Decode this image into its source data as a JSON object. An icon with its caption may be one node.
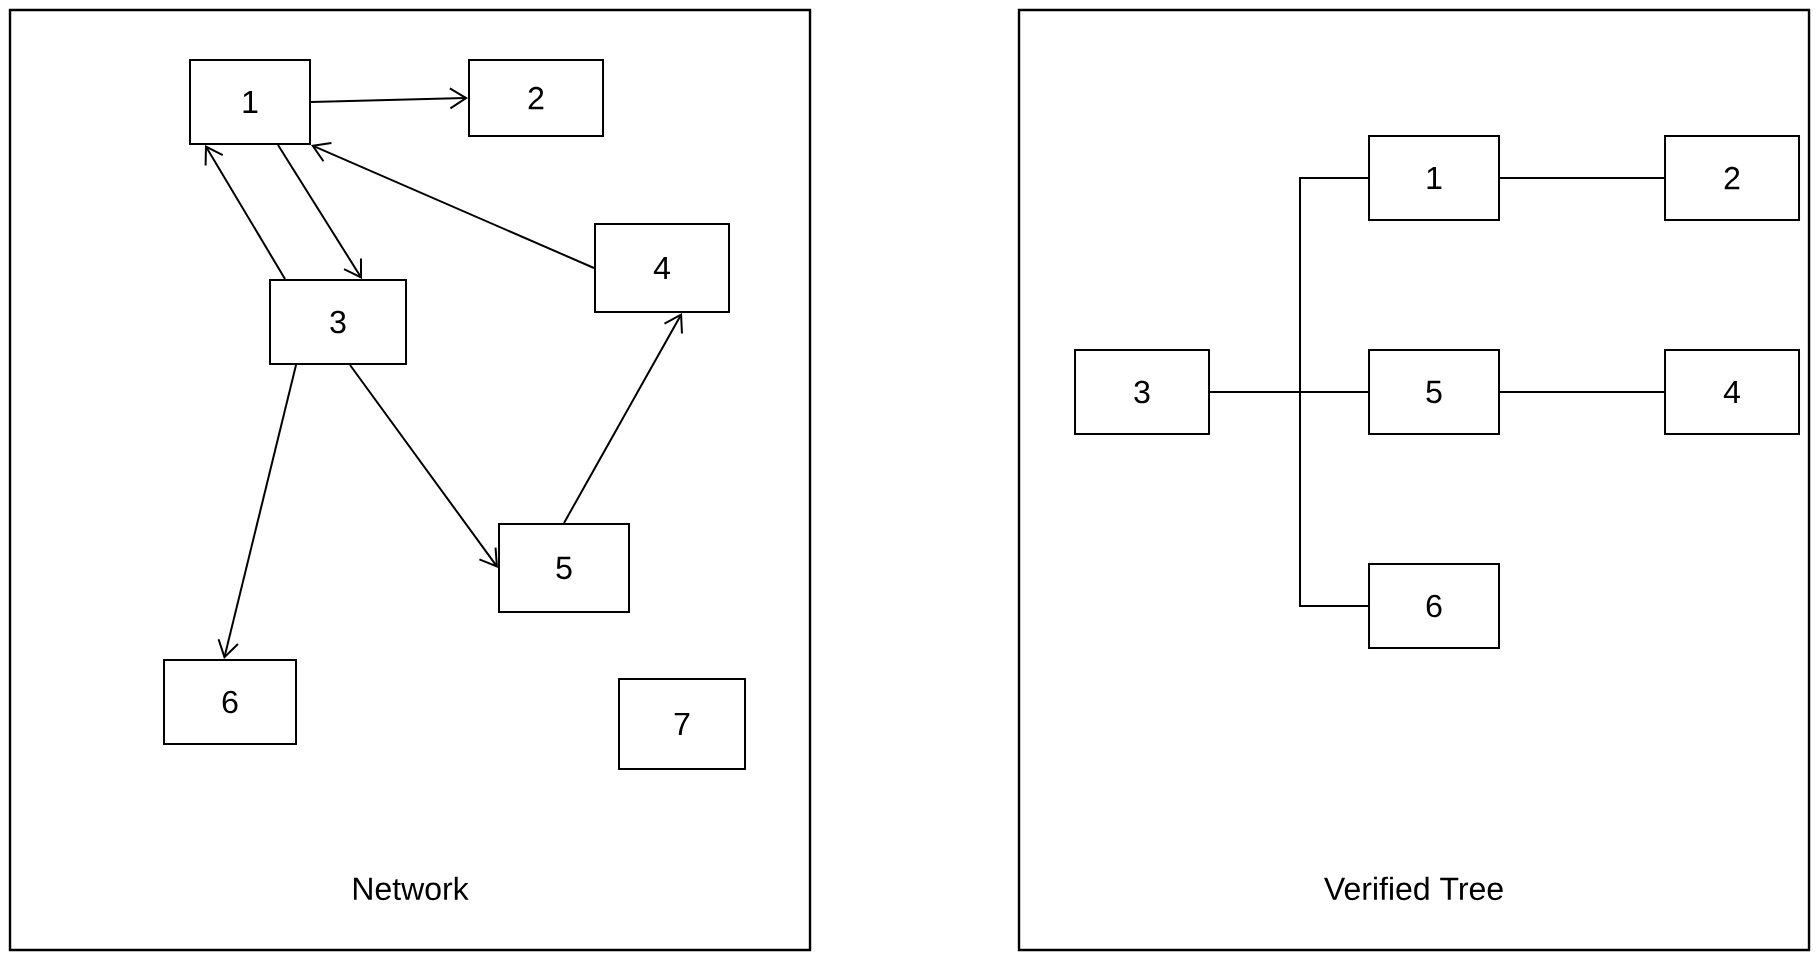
{
  "diagram": {
    "nodes": [
      {
        "text": [
          "Network"
        ]
      },
      {
        "text": [
          "1"
        ],
        "in": 0
      },
      {
        "text": [
          "2"
        ],
        "in": 0
      },
      {
        "text": [
          "3"
        ],
        "in": 0
      },
      {
        "text": [
          "4"
        ],
        "in": 0
      },
      {
        "text": [
          "5"
        ],
        "in": 0
      },
      {
        "text": [
          "6"
        ],
        "in": 0
      },
      {
        "text": [
          "7"
        ],
        "in": 0
      },
      {
        "text": [
          "Verified Tree"
        ]
      },
      {
        "text": [
          "1"
        ],
        "in": 8
      },
      {
        "text": [
          "2"
        ],
        "in": 8
      },
      {
        "text": [
          "3"
        ],
        "in": 8
      },
      {
        "text": [
          "5"
        ],
        "in": 8
      },
      {
        "text": [
          "4"
        ],
        "in": 8
      },
      {
        "text": [
          "6"
        ],
        "in": 8
      }
    ],
    "edges": [
      {
        "from": 1,
        "to": 2,
        "arrow": "to"
      },
      {
        "from": 3,
        "to": 1,
        "arrow": "to"
      },
      {
        "from": 1,
        "to": 3,
        "arrow": "to"
      },
      {
        "from": 4,
        "to": 1,
        "arrow": "to"
      },
      {
        "from": 5,
        "to": 4,
        "arrow": "to"
      },
      {
        "from": 3,
        "to": 5,
        "arrow": "to"
      },
      {
        "from": 3,
        "to": 6,
        "arrow": "to"
      },
      {
        "from": 11,
        "to": 9,
        "arrow": "none"
      },
      {
        "from": 11,
        "to": 12,
        "arrow": "none"
      },
      {
        "from": 11,
        "to": 14,
        "arrow": "none"
      },
      {
        "from": 9,
        "to": 10,
        "arrow": "none"
      },
      {
        "from": 12,
        "to": 13,
        "arrow": "none"
      }
    ]
  }
}
